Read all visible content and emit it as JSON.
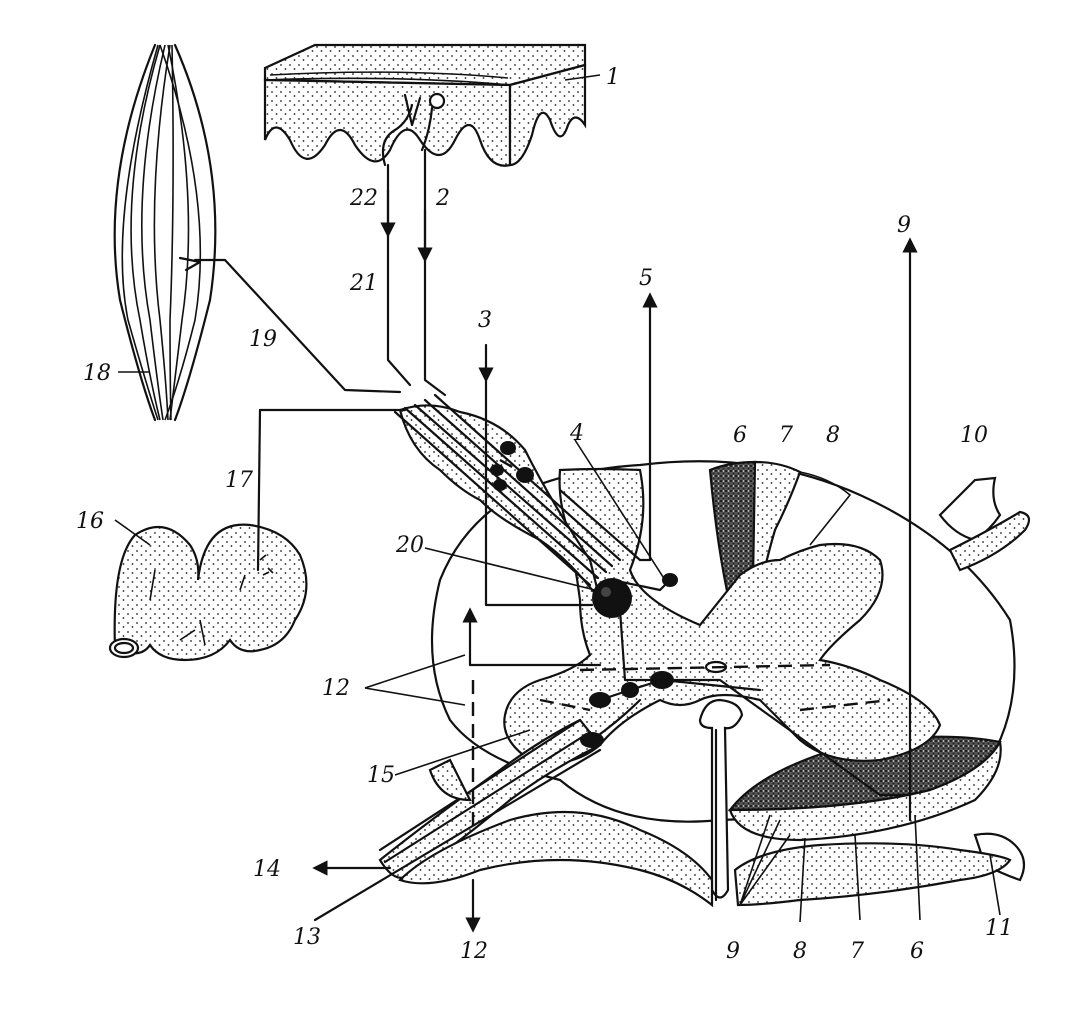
{
  "labels": [
    {
      "id": "l1",
      "text": "1"
    },
    {
      "id": "l2",
      "text": "2"
    },
    {
      "id": "l3",
      "text": "3"
    },
    {
      "id": "l4",
      "text": "4"
    },
    {
      "id": "l5",
      "text": "5"
    },
    {
      "id": "l6a",
      "text": "6"
    },
    {
      "id": "l7a",
      "text": "7"
    },
    {
      "id": "l8a",
      "text": "8"
    },
    {
      "id": "l9a",
      "text": "9"
    },
    {
      "id": "l10",
      "text": "10"
    },
    {
      "id": "l11",
      "text": "11"
    },
    {
      "id": "l12a",
      "text": "12"
    },
    {
      "id": "l12b",
      "text": "12"
    },
    {
      "id": "l13",
      "text": "13"
    },
    {
      "id": "l14",
      "text": "14"
    },
    {
      "id": "l15",
      "text": "15"
    },
    {
      "id": "l16",
      "text": "16"
    },
    {
      "id": "l17",
      "text": "17"
    },
    {
      "id": "l18",
      "text": "18"
    },
    {
      "id": "l19",
      "text": "19"
    },
    {
      "id": "l20",
      "text": "20"
    },
    {
      "id": "l21",
      "text": "21"
    },
    {
      "id": "l22",
      "text": "22"
    },
    {
      "id": "l9b",
      "text": "9"
    },
    {
      "id": "l8b",
      "text": "8"
    },
    {
      "id": "l7b",
      "text": "7"
    },
    {
      "id": "l6b",
      "text": "6"
    }
  ]
}
